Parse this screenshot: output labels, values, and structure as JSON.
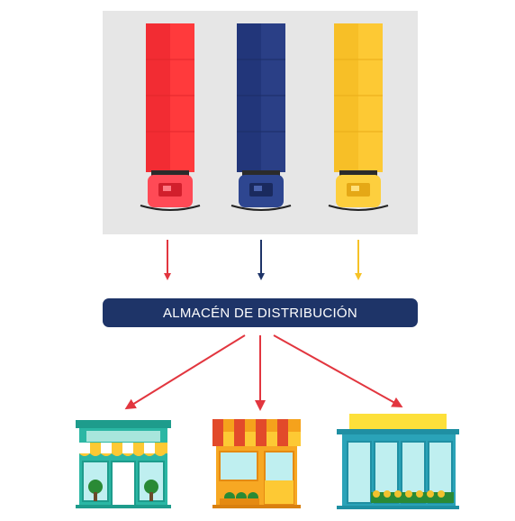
{
  "warehouse": {
    "label": "ALMACÉN DE DISTRIBUCIÓN"
  },
  "trucks": [
    {
      "name": "truck-red",
      "color": "#ff3a3c",
      "shade": "#e3262b",
      "arrow": "#e2363f"
    },
    {
      "name": "truck-blue",
      "color": "#2a3f86",
      "shade": "#1c2d66",
      "arrow": "#1e3468"
    },
    {
      "name": "truck-yellow",
      "color": "#fdc934",
      "shade": "#f2b51e",
      "arrow": "#f6c226"
    }
  ],
  "stores": [
    {
      "name": "store-teal-awning",
      "awning": "#fdc934",
      "body": "#2bb7a4"
    },
    {
      "name": "store-orange",
      "awning": "#f5a21c",
      "body": "#f7a823"
    },
    {
      "name": "store-glass",
      "awning": "#fde03a",
      "body": "#2aa3b8"
    }
  ],
  "colors": {
    "panel": "#e6e6e6",
    "distribution_arrow": "#e2363f"
  }
}
